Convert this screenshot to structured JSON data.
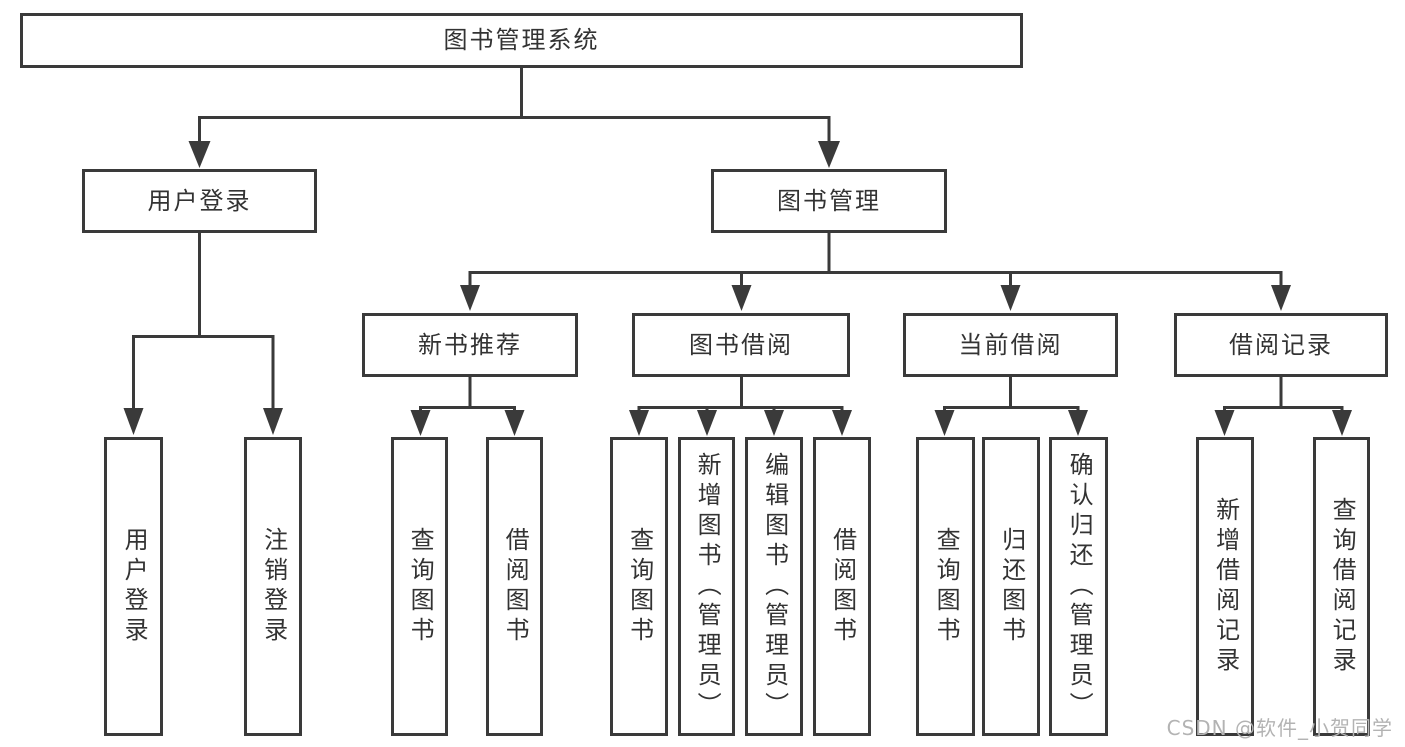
{
  "diagram": {
    "root_label": "图书管理系统",
    "level2": [
      {
        "label": "用户登录"
      },
      {
        "label": "图书管理"
      }
    ],
    "level3": [
      {
        "label": "新书推荐"
      },
      {
        "label": "图书借阅"
      },
      {
        "label": "当前借阅"
      },
      {
        "label": "借阅记录"
      }
    ],
    "leaves": {
      "user_login": [
        {
          "label": "用户登录"
        },
        {
          "label": "注销登录"
        }
      ],
      "new_books": [
        {
          "label": "查询图书"
        },
        {
          "label": "借阅图书"
        }
      ],
      "book_borrowing": [
        {
          "label": "查询图书"
        },
        {
          "label": "新增图书（管理员）"
        },
        {
          "label": "编辑图书（管理员）"
        },
        {
          "label": "借阅图书"
        }
      ],
      "current_borrowing": [
        {
          "label": "查询图书"
        },
        {
          "label": "归还图书"
        },
        {
          "label": "确认归还（管理员）"
        }
      ],
      "borrowing_records": [
        {
          "label": "新增借阅记录"
        },
        {
          "label": "查询借阅记录"
        }
      ]
    }
  },
  "watermark": {
    "text": "CSDN @软件_小贺同学",
    "color": "#b3b3b3"
  },
  "colors": {
    "line": "#3a3a3a",
    "box_border": "#3a3a3a",
    "box_fill": "#ffffff",
    "text": "#333333",
    "background": "#ffffff"
  }
}
